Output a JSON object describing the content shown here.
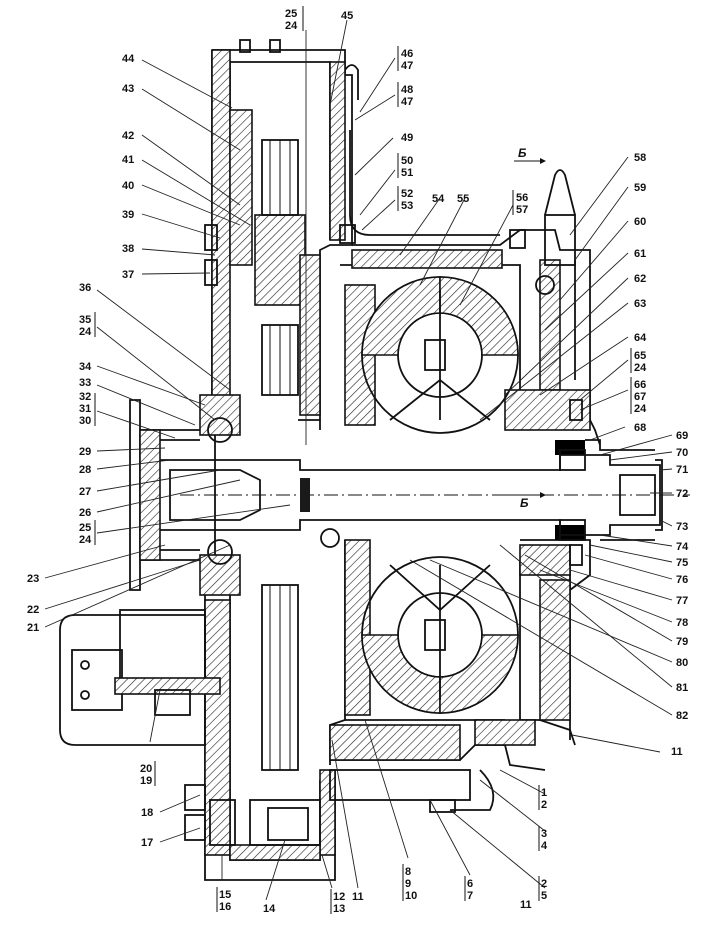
{
  "section_mark": "Б",
  "labels": [
    "1",
    "2",
    "3",
    "4",
    "2",
    "5",
    "6",
    "7",
    "8",
    "9",
    "10",
    "11",
    "11",
    "12",
    "13",
    "14",
    "15",
    "16",
    "17",
    "18",
    "19",
    "20",
    "21",
    "22",
    "23",
    "24",
    "25",
    "26",
    "27",
    "28",
    "29",
    "30",
    "31",
    "32",
    "33",
    "34",
    "35",
    "24",
    "36",
    "37",
    "38",
    "39",
    "40",
    "41",
    "42",
    "43",
    "44",
    "25",
    "24",
    "45",
    "46",
    "47",
    "48",
    "47",
    "49",
    "50",
    "51",
    "52",
    "53",
    "54",
    "55",
    "56",
    "57",
    "58",
    "59",
    "60",
    "61",
    "62",
    "63",
    "64",
    "65",
    "24",
    "66",
    "67",
    "24",
    "68",
    "69",
    "70",
    "71",
    "72",
    "73",
    "74",
    "75",
    "76",
    "77",
    "78",
    "79",
    "80",
    "81",
    "82",
    "11"
  ]
}
